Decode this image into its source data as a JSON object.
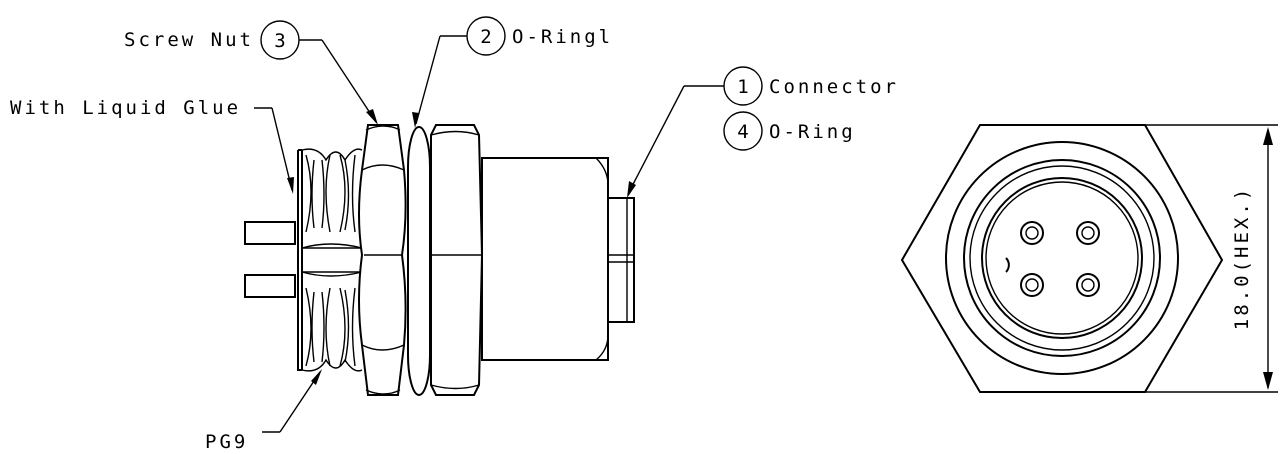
{
  "callouts": {
    "screw_nut": {
      "label": "Screw Nut",
      "number": "3"
    },
    "o_ring_1": {
      "label": "O-Ringl",
      "number": "2"
    },
    "connector": {
      "label": "Connector",
      "number": "1"
    },
    "o_ring_4": {
      "label": "O-Ring",
      "number": "4"
    }
  },
  "notes": {
    "glue": "With Liquid Glue",
    "thread": "PG9"
  },
  "dimension": {
    "hex_size": "18.0(HEX.)"
  }
}
